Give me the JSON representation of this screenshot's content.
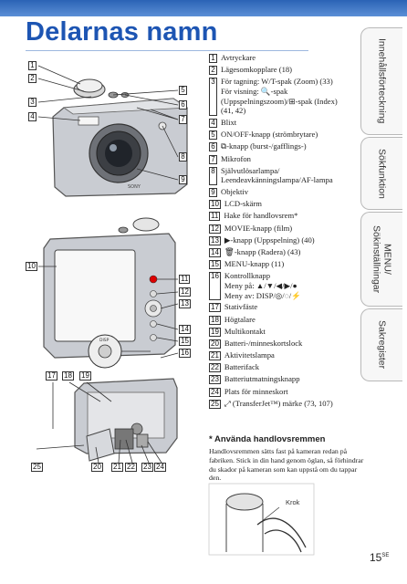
{
  "page": {
    "title": "Delarnas namn",
    "page_number": "15",
    "page_suffix": "SE"
  },
  "side_tabs": [
    {
      "label": "Innehållsförteckning"
    },
    {
      "label": "Sökfunktion"
    },
    {
      "label": "MENU/\nSökinställningar"
    },
    {
      "label": "Sakregister"
    }
  ],
  "callouts": [
    "1",
    "2",
    "3",
    "4",
    "5",
    "6",
    "7",
    "8",
    "9",
    "10",
    "11",
    "12",
    "13",
    "14",
    "15",
    "16",
    "17",
    "18",
    "19",
    "20",
    "21",
    "22",
    "23",
    "24",
    "25"
  ],
  "legend": [
    {
      "num": "1",
      "text": "Avtryckare"
    },
    {
      "num": "2",
      "text": "Lägesomkopplare (18)"
    },
    {
      "num": "3",
      "text": "För tagning: W/T-spak (Zoom) (33)\nFör visning: 🔍-spak\n(Uppspelningszoom)/⊞-spak (Index)\n(41, 42)"
    },
    {
      "num": "4",
      "text": "Blixt"
    },
    {
      "num": "5",
      "text": "ON/OFF-knapp (strömbrytare)"
    },
    {
      "num": "6",
      "text": "⧉-knapp (burst-/gafflings-)"
    },
    {
      "num": "7",
      "text": "Mikrofon"
    },
    {
      "num": "8",
      "text": "Självutlösarlampa/\nLeendeavkänningslampa/AF-lampa"
    },
    {
      "num": "9",
      "text": "Objektiv"
    },
    {
      "num": "10",
      "text": "LCD-skärm"
    },
    {
      "num": "11",
      "text": "Hake för handlovsrem*"
    },
    {
      "num": "12",
      "text": "MOVIE-knapp (film)"
    },
    {
      "num": "13",
      "text": "▶-knapp (Uppspelning) (40)"
    },
    {
      "num": "14",
      "text": "🗑-knapp (Radera) (43)"
    },
    {
      "num": "15",
      "text": "MENU-knapp (11)"
    },
    {
      "num": "16",
      "text": "Kontrollknapp\nMeny på: ▲/▼/◀/▶/●\nMeny av: DISP/◎/◌/⚡"
    },
    {
      "num": "17",
      "text": "Stativfäste"
    },
    {
      "num": "18",
      "text": "Högtalare"
    },
    {
      "num": "19",
      "text": "Multikontakt"
    },
    {
      "num": "20",
      "text": "Batteri-/minneskortslock"
    },
    {
      "num": "21",
      "text": "Aktivitetslampa"
    },
    {
      "num": "22",
      "text": "Batterifack"
    },
    {
      "num": "23",
      "text": "Batteriutmatningsknapp"
    },
    {
      "num": "24",
      "text": "Plats för minneskort"
    },
    {
      "num": "25",
      "text": "⤢ (TransferJet™) märke (73, 107)"
    }
  ],
  "tip": {
    "title": "* Använda handlovsremmen",
    "body": "Handlovsremmen sätts fast på kameran redan på fabriken. Stick in din hand genom öglan, så förhindrar du skador på kameran som kan uppstå om du tappar den.",
    "strap_label": "Krok"
  },
  "labels": {
    "lcd_label": "DISP"
  }
}
